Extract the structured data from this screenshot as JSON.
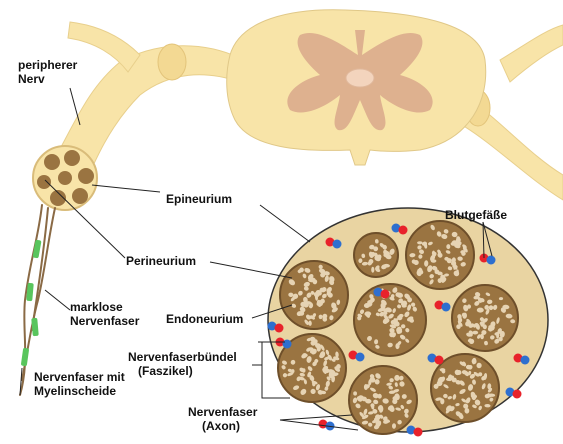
{
  "labels": {
    "peripheral_nerve_line1": "peripherer",
    "peripheral_nerve_line2": "Nerv",
    "epineurium": "Epineurium",
    "perineurium": "Perineurium",
    "blood_vessels": "Blutgefäße",
    "unmyelinated_line1": "marklose",
    "unmyelinated_line2": "Nervenfaser",
    "endoneurium": "Endoneurium",
    "bundle_line1": "Nervenfaserbündel",
    "bundle_line2": "(Faszikel)",
    "myelinated_line1": "Nervenfaser mit",
    "myelinated_line2": "Myelinscheide",
    "axon_line1": "Nervenfaser",
    "axon_line2": "(Axon)"
  },
  "colors": {
    "nerve_cream": "#f8e4a8",
    "nerve_outline": "#e0c888",
    "gray_matter": "#deb18f",
    "cross_section_bg": "#e9d4a2",
    "fascicle_fill": "#9a7441",
    "fascicle_ring": "#6e4f2a",
    "fiber_fill": "#e6d3b3",
    "myelin_green": "#59c55d",
    "axon_brown": "#8a6a45",
    "vessel_red": "#e8222b",
    "vessel_blue": "#2e6fcf",
    "leader_line": "#222222"
  },
  "icons": [
    "spinal-cord-cross-section",
    "nerve-cross-section",
    "fascicle-icon",
    "blood-vessel-icon",
    "myelin-segment-icon"
  ]
}
